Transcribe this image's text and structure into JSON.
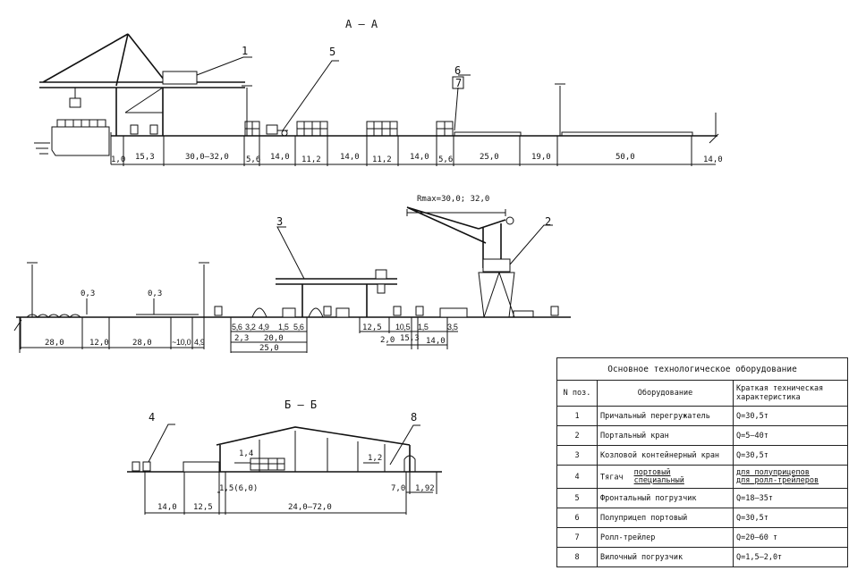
{
  "sections": {
    "aa_title": "А — А",
    "bb_title": "Б — Б"
  },
  "callouts": {
    "c1": "1",
    "c2": "2",
    "c3": "3",
    "c4": "4",
    "c5": "5",
    "c6": "6",
    "c7": "7",
    "c8": "8"
  },
  "section_aa": {
    "dims": [
      "1,0",
      "15,3",
      "30,0–32,0",
      "5,6",
      "14,0",
      "11,2",
      "14,0",
      "11,2",
      "14,0",
      "5,6",
      "25,0",
      "19,0",
      "50,0",
      "14,0"
    ]
  },
  "section_lower": {
    "rmax": "Rmax=30,0; 32,0",
    "height_marks": [
      "0,3",
      "0,3"
    ],
    "dims_main": [
      "28,0",
      "12,0",
      "28,0",
      "~10,0",
      "4,9"
    ],
    "dims_gantry": [
      "5,6",
      "3,2",
      "4,9",
      "1,5",
      "5,6",
      "2,3",
      "20,0",
      "25,0"
    ],
    "dims_portal": [
      "12,5",
      "10,5",
      "2,0",
      "15,3",
      "1,5",
      "14,0",
      "3,5"
    ]
  },
  "section_bb": {
    "dims": [
      "14,0",
      "12,5",
      "1,5(6,0)",
      "24,0–72,0",
      "7,0",
      "1,92"
    ],
    "levels": [
      "1,4",
      "1,2"
    ]
  },
  "table": {
    "title": "Основное технологическое оборудование",
    "headers": [
      "N поз.",
      "Оборудование",
      "Краткая техническая характеристика"
    ],
    "rows": [
      {
        "n": "1",
        "name": "Причальный перегружатель",
        "spec": "Q=30,5т"
      },
      {
        "n": "2",
        "name": "Портальный кран",
        "spec": "Q=5–40т"
      },
      {
        "n": "3",
        "name": "Козловой контейнерный кран",
        "spec": "Q=30,5т"
      },
      {
        "n": "4",
        "name": "Тягач",
        "sub1": "портовый",
        "sub2": "специальный",
        "spec1": "для полуприцепов",
        "spec2": "для ролл-трейлеров"
      },
      {
        "n": "5",
        "name": "Фронтальный погрузчик",
        "spec": "Q=18–35т"
      },
      {
        "n": "6",
        "name": "Полуприцеп портовый",
        "spec": "Q=30,5т"
      },
      {
        "n": "7",
        "name": "Ролл-трейлер",
        "spec": "Q=20–60 т"
      },
      {
        "n": "8",
        "name": "Вилочный погрузчик",
        "spec": "Q=1,5–2,0т"
      }
    ]
  }
}
